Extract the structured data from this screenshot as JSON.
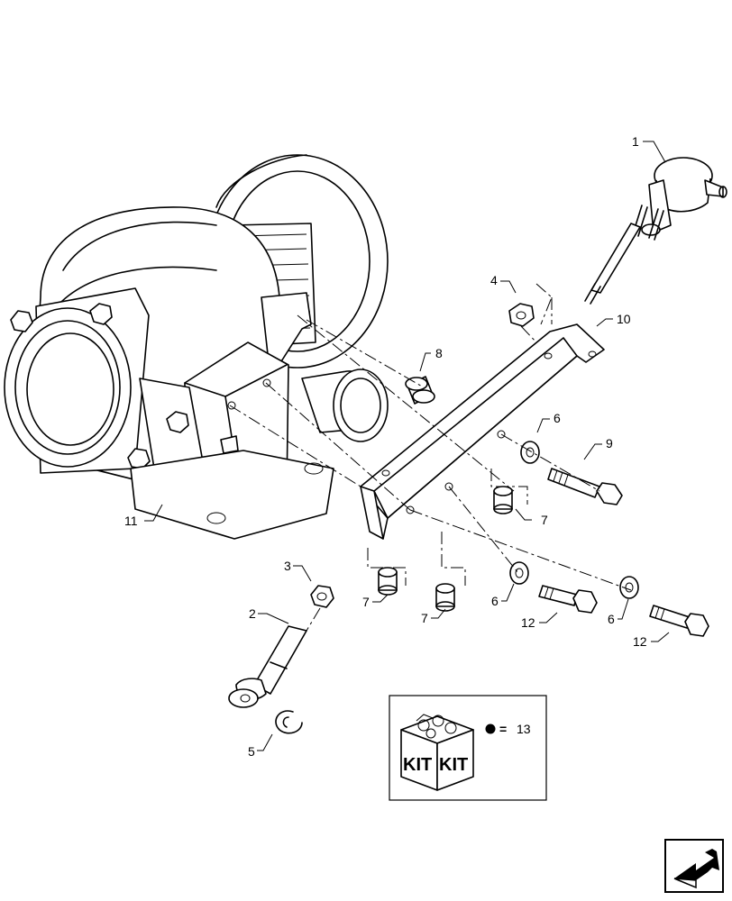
{
  "callouts": {
    "c1": "1",
    "c2": "2",
    "c3": "3",
    "c4": "4",
    "c5": "5",
    "c6a": "6",
    "c6b": "6",
    "c6c": "6",
    "c7a": "7",
    "c7b": "7",
    "c7c": "7",
    "c8": "8",
    "c9": "9",
    "c10": "10",
    "c11": "11",
    "c12a": "12",
    "c12b": "12"
  },
  "kit": {
    "label_left": "KIT",
    "label_right": "KIT",
    "equals": "=",
    "number": "13"
  },
  "icons": {
    "nav": "next-page-arrow-icon",
    "kit": "kit-box-icon"
  }
}
